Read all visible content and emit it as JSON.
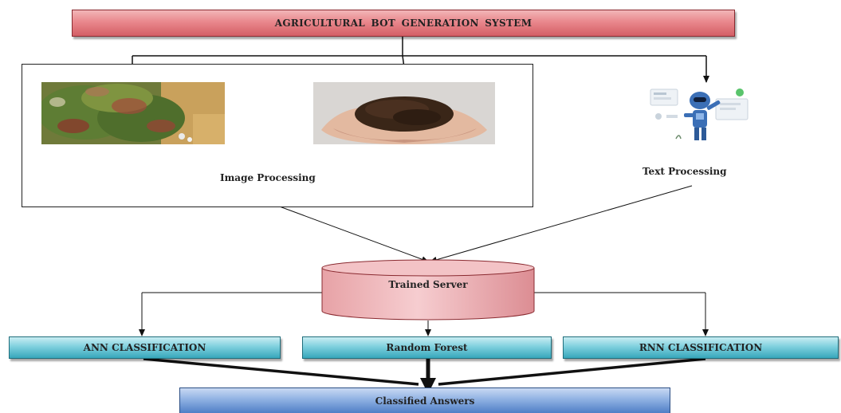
{
  "title": "AGRICULTURAL  BOT GENERATION  SYSTEM",
  "image_processing": {
    "label": "Image Processing",
    "images": [
      {
        "icon": "diseased-leaf-photo"
      },
      {
        "icon": "soil-in-hands-photo"
      }
    ]
  },
  "text_processing": {
    "label": "Text Processing",
    "icon": "robot-illustration"
  },
  "server": {
    "label": "Trained Server"
  },
  "classifiers": [
    {
      "label": "ANN CLASSIFICATION"
    },
    {
      "label": "Random Forest"
    },
    {
      "label": "RNN CLASSIFICATION"
    }
  ],
  "output": {
    "label": "Classified Answers"
  },
  "colors": {
    "title_fill": "#e9878c",
    "classifier_fill": "#7fd0de",
    "output_fill": "#8fb1e3",
    "server_fill": "#f0b0b4"
  }
}
